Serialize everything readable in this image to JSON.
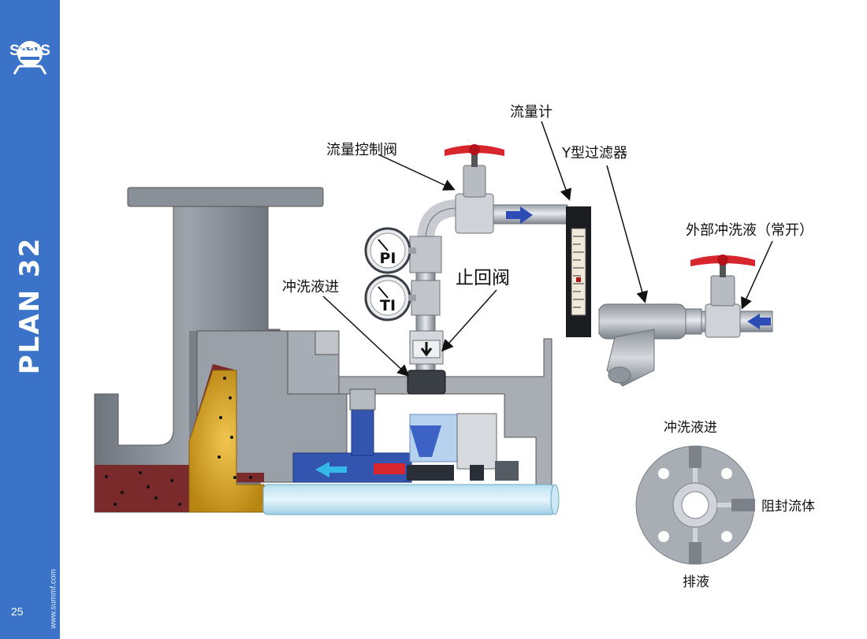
{
  "sidebar": {
    "logo_text": "SealS",
    "plan_title": "PLAN 32",
    "page_number": "25",
    "website": "www.summf.com"
  },
  "labels": {
    "flow_meter": "流量计",
    "flow_control_valve": "流量控制阀",
    "y_strainer": "Y型过滤器",
    "external_flush": "外部冲洗液（常开）",
    "check_valve": "止回阀",
    "flush_inlet": "冲洗液进",
    "gauge_pi": "PI",
    "gauge_ti": "TI"
  },
  "gland_view": {
    "flush_inlet": "冲洗液进",
    "quench": "阻封流体",
    "drain": "排液"
  },
  "colors": {
    "sidebar_blue": "#3a73c8",
    "valve_handle_red": "#d8262e",
    "flow_arrow_blue": "#2e4cb5",
    "flush_arrow_cyan": "#35b8e8",
    "seal_blue": "#3355b0",
    "impeller_gold": "#d4a22a",
    "product_maroon": "#7a2a2a"
  },
  "icons": [
    "logo-icon",
    "flow-arrow-icon",
    "check-valve-arrow-icon",
    "pressure-gauge-icon",
    "temperature-gauge-icon"
  ]
}
